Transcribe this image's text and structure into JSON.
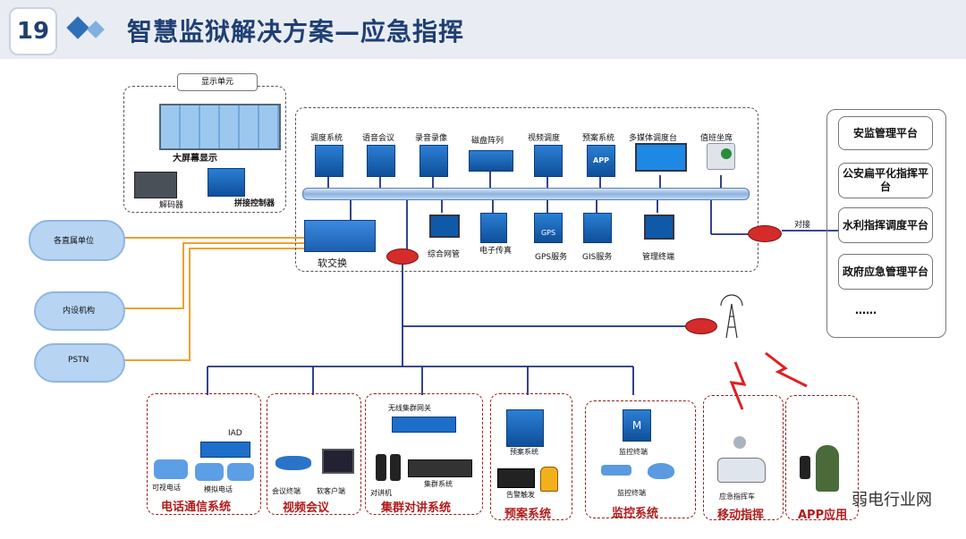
{
  "header": {
    "slide_number": "19",
    "title": "智慧监狱解决方案—应急指挥"
  },
  "display_unit": {
    "title": "显示单元",
    "big_screen": "大屏幕显示",
    "decoder": "解码器",
    "splice_controller": "拼接控制器"
  },
  "core": {
    "top_devices": [
      "调度系统",
      "语音会议",
      "录音录像",
      "磁盘阵列",
      "视频调度",
      "预案系统",
      "多媒体调度台",
      "值班坐席"
    ],
    "bottom_devices": [
      "综合网管",
      "电子传真",
      "GPS服务",
      "GIS服务",
      "管理终端"
    ],
    "softswitch": "软交换",
    "gps_icon_text": "GPS",
    "app_icon_text": "APP"
  },
  "external": [
    "各直属单位",
    "内设机构",
    "PSTN"
  ],
  "connect_label": "对接",
  "platforms": [
    "安监管理平台",
    "公安扁平化指挥平台",
    "水利指挥调度平台",
    "政府应急管理平台",
    "……"
  ],
  "subsystems": {
    "phone": {
      "name": "电话通信系统",
      "labels": [
        "IAD",
        "可视电话",
        "模拟电话"
      ]
    },
    "video_conf": {
      "name": "视频会议",
      "labels": [
        "会议终端",
        "软客户端"
      ]
    },
    "trunk": {
      "name": "集群对讲系统",
      "labels": [
        "无线集群网关",
        "对讲机",
        "集群系统"
      ]
    },
    "plan": {
      "name": "预案系统",
      "labels": [
        "预案系统",
        "告警触发"
      ]
    },
    "monitor": {
      "name": "监控系统",
      "labels": [
        "监控终端",
        "监控终端"
      ],
      "badge": "M"
    },
    "mobile": {
      "name": "移动指挥",
      "labels": [
        "应急指挥车"
      ]
    },
    "app": {
      "name": "APP应用"
    }
  },
  "watermark": "弱电行业网",
  "colors": {
    "title": "#1f3f73",
    "accent": "#2f6fb8",
    "system_red": "#b21b1b",
    "line_orange": "#f0a030",
    "line_navy": "#1f2f80"
  }
}
